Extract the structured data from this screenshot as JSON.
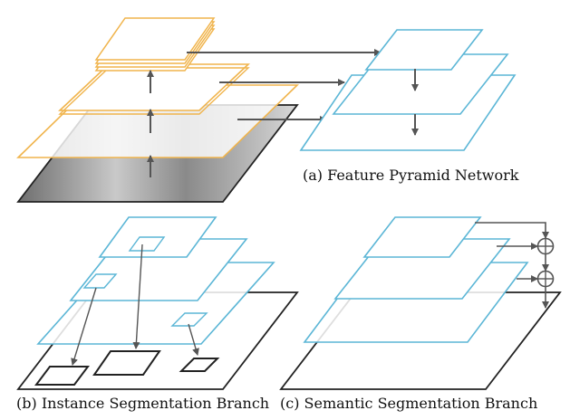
{
  "captions": {
    "a": "(a) Feature Pyramid Network",
    "b": "(b) Instance Segmentation Branch",
    "c": "(c) Semantic Segmentation Branch"
  },
  "symbols": {
    "sum": "⊕"
  },
  "colors": {
    "backbone": "#f0b44c",
    "pyramid": "#5bb6d6",
    "arrow": "#555555",
    "image_frame": "#222222"
  },
  "icons": [
    "plus-circle-icon"
  ]
}
